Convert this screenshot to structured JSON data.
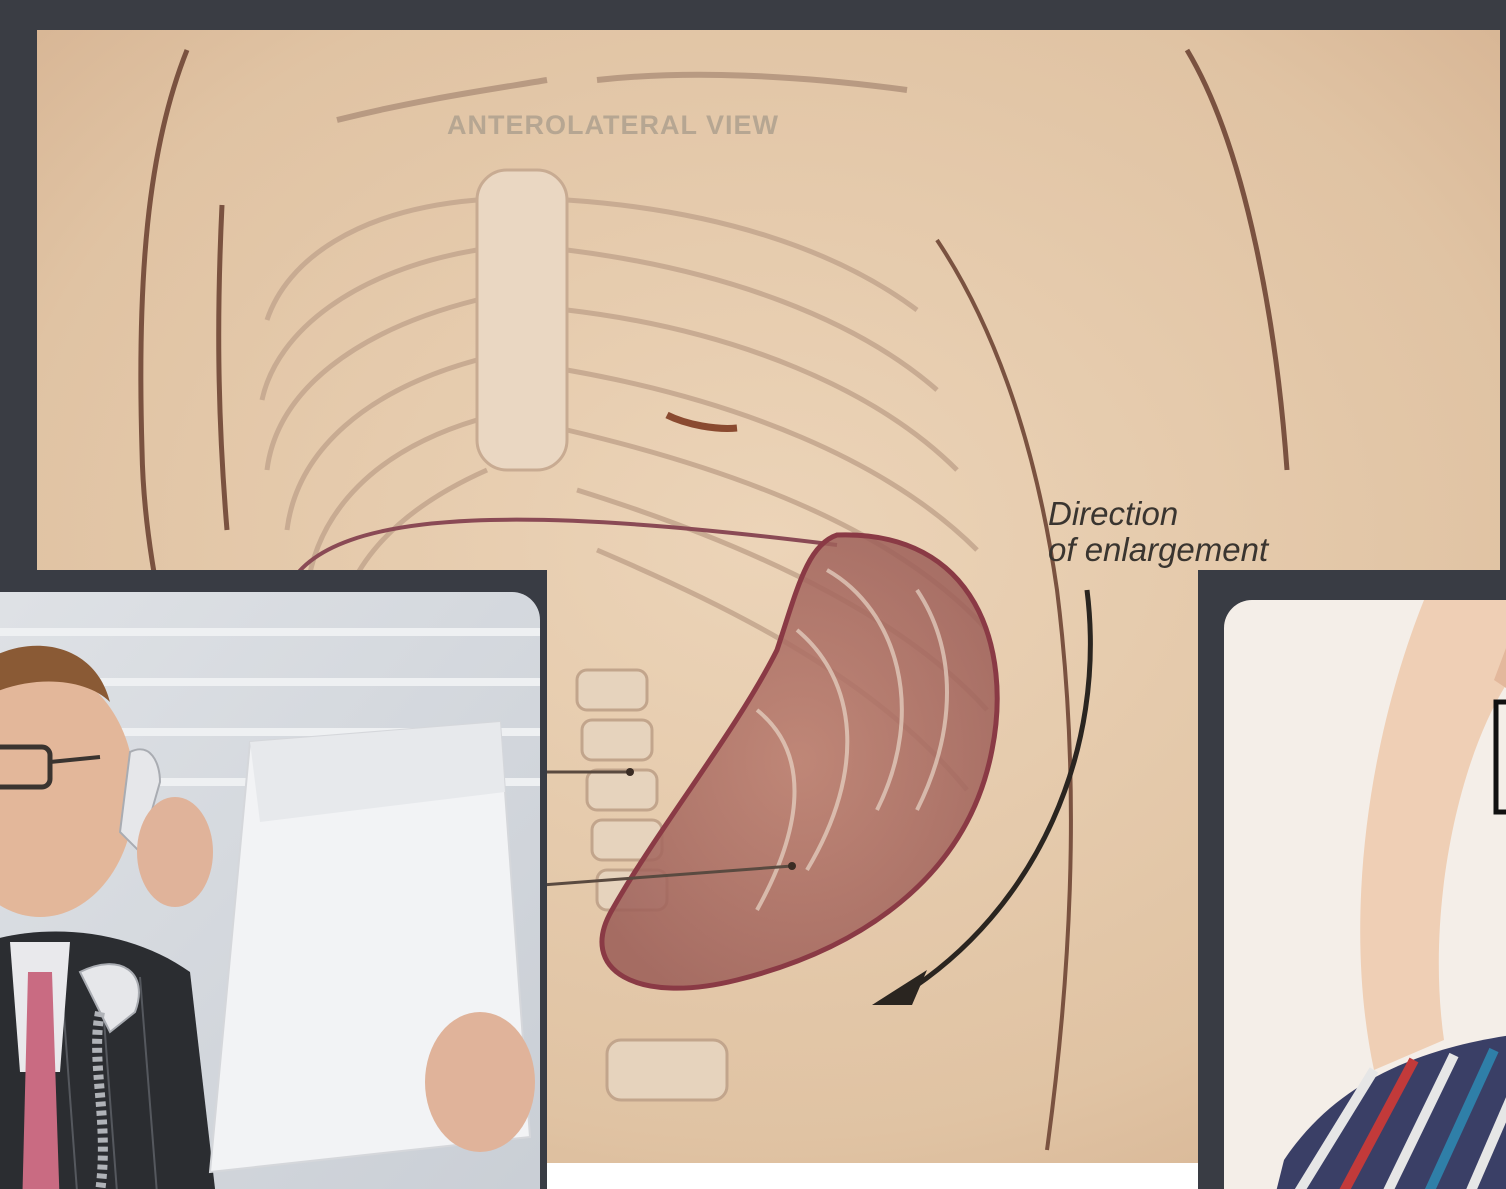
{
  "main_illustration": {
    "view_label": "ANTEROLATERAL VIEW",
    "direction_label_line1": "Direction",
    "direction_label_line2": "of enlargement",
    "arrow_icon": "curved-arrow-icon"
  },
  "left_photo": {
    "subject": "man-on-phone-holding-paper"
  },
  "right_photo": {
    "subject": "person-raised-arm-striped-shirt"
  },
  "colors": {
    "page_background": "#3a3d44",
    "parchment": "#e3c8aa",
    "ink": "#6b4a3a",
    "organ": "#9c5a5a"
  }
}
